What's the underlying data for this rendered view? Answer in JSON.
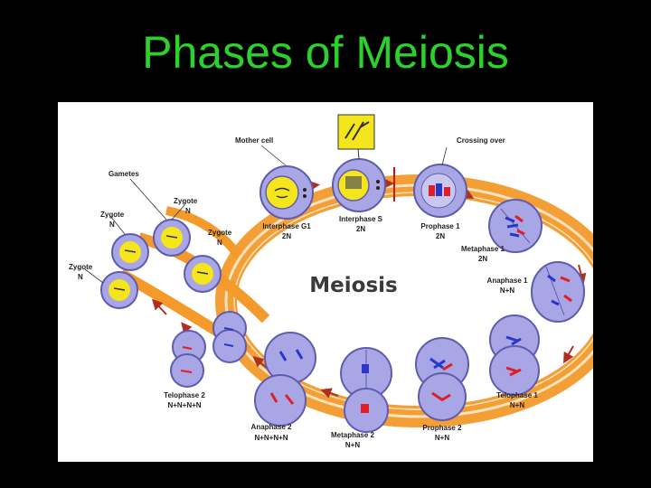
{
  "slide": {
    "title": "Phases of Meiosis"
  },
  "diagram": {
    "center_label": "Meiosis",
    "labels": {
      "mother_cell": "Mother cell",
      "crossing_over": "Crossing over",
      "gametes": "Gametes",
      "zygote": "Zygote",
      "N": "N",
      "interphase_g1": "Interphase G1",
      "interphase_s": "Interphase S",
      "prophase_1": "Prophase 1",
      "metaphase_1": "Metaphase 1",
      "anaphase_1": "Anaphase 1",
      "telophase_1": "Telophase 1",
      "prophase_2": "Prophase 2",
      "metaphase_2": "Metaphase 2",
      "anaphase_2": "Anaphase 2",
      "telophase_2": "Telophase 2",
      "two_n": "2N",
      "n_plus_n": "N+N",
      "n4": "N+N+N+N",
      "n4_bars": "N+N+N+N"
    },
    "colors": {
      "ring": "#f39a2a",
      "ring_light": "#fde3c0",
      "arrow": "#b03020",
      "cell": "#a9a6e6",
      "cell_stroke": "#5f5cae",
      "nucleus": "#c9c7f0",
      "yellow": "#f5e51c",
      "chromosome_red": "#e01e26",
      "chromosome_blue": "#2a36c8"
    }
  }
}
